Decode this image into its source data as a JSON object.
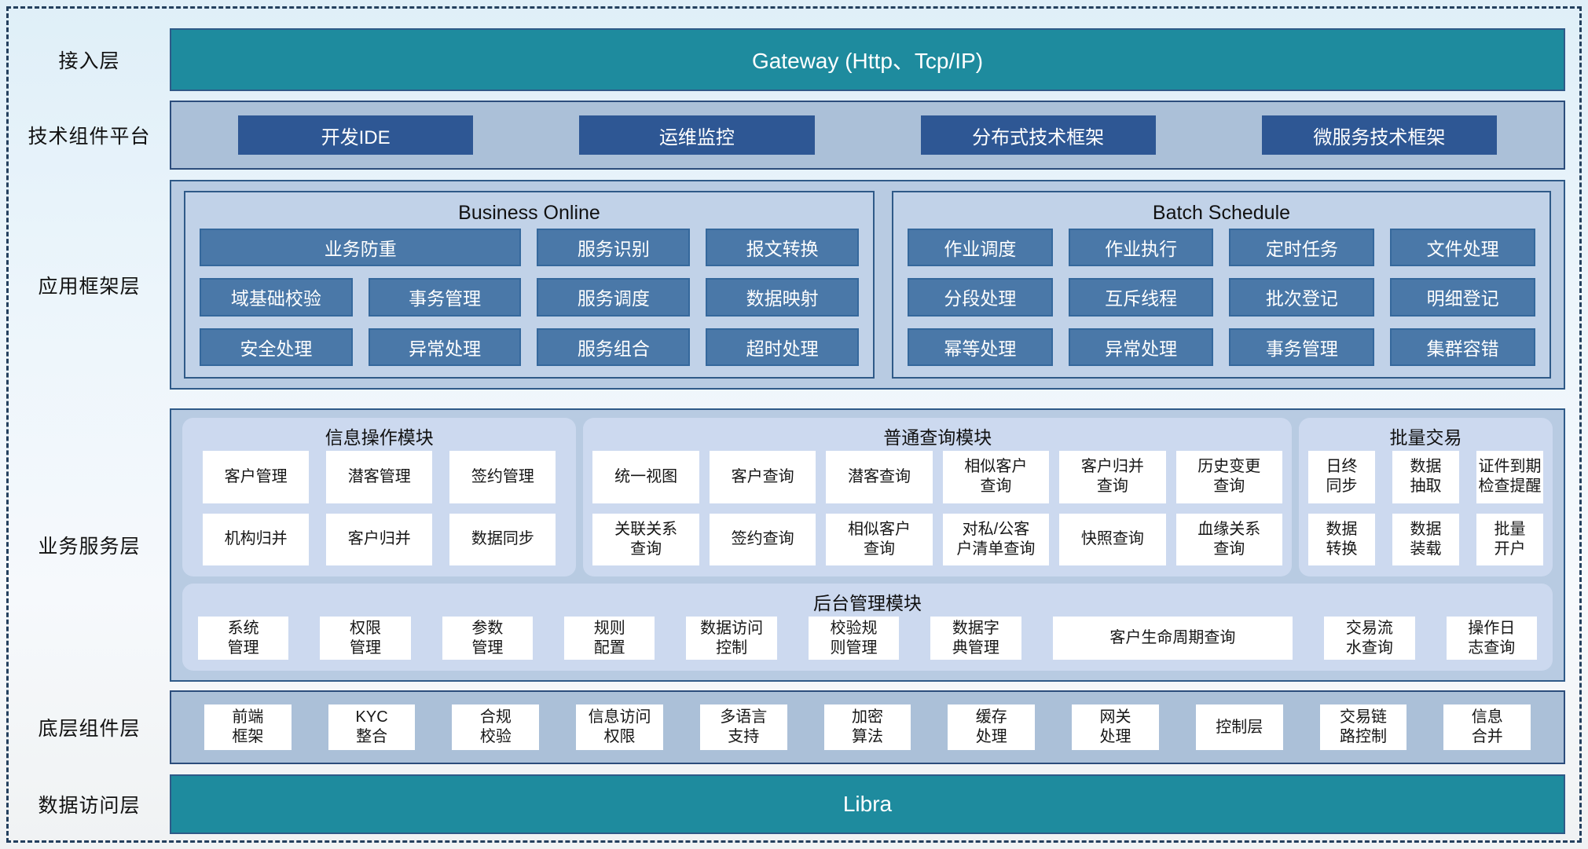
{
  "colors": {
    "teal": "#1E8B9E",
    "dark_button_blue": "#2E5794",
    "steel_button_blue": "#4A78A8",
    "container_blue": "#B8CBE2",
    "module_lavender": "#CCD9EF",
    "border_navy": "#2F5A88"
  },
  "layers": {
    "access_label": "接入层",
    "tech_label": "技术组件平台",
    "framework_label": "应用框架层",
    "service_label": "业务服务层",
    "base_label": "底层组件层",
    "data_label": "数据访问层"
  },
  "access": {
    "gateway": "Gateway (Http、Tcp/IP)"
  },
  "tech": {
    "items": [
      "开发IDE",
      "运维监控",
      "分布式技术框架",
      "微服务技术框架"
    ]
  },
  "framework": {
    "business_online": {
      "title": "Business Online",
      "row1": [
        "业务防重",
        "服务识别",
        "报文转换"
      ],
      "row2": [
        "域基础校验",
        "事务管理",
        "服务调度",
        "数据映射"
      ],
      "row3": [
        "安全处理",
        "异常处理",
        "服务组合",
        "超时处理"
      ]
    },
    "batch_schedule": {
      "title": "Batch Schedule",
      "row1": [
        "作业调度",
        "作业执行",
        "定时任务",
        "文件处理"
      ],
      "row2": [
        "分段处理",
        "互斥线程",
        "批次登记",
        "明细登记"
      ],
      "row3": [
        "幂等处理",
        "异常处理",
        "事务管理",
        "集群容错"
      ]
    }
  },
  "service": {
    "info_module": {
      "title": "信息操作模块",
      "row1": [
        "客户管理",
        "潜客管理",
        "签约管理"
      ],
      "row2": [
        "机构归并",
        "客户归并",
        "数据同步"
      ]
    },
    "query_module": {
      "title": "普通查询模块",
      "row1": [
        "统一视图",
        "客户查询",
        "潜客查询",
        "相似客户\n查询",
        "客户归并\n查询",
        "历史变更\n查询"
      ],
      "row2": [
        "关联关系\n查询",
        "签约查询",
        "相似客户\n查询",
        "对私/公客\n户清单查询",
        "快照查询",
        "血缘关系\n查询"
      ]
    },
    "batch_module": {
      "title": "批量交易",
      "row1": [
        "日终\n同步",
        "数据\n抽取",
        "证件到期\n检查提醒"
      ],
      "row2": [
        "数据\n转换",
        "数据\n装载",
        "批量\n开户"
      ]
    },
    "admin_module": {
      "title": "后台管理模块",
      "items": [
        "系统\n管理",
        "权限\n管理",
        "参数\n管理",
        "规则\n配置",
        "数据访问\n控制",
        "校验规\n则管理",
        "数据字\n典管理",
        "客户生命周期查询",
        "交易流\n水查询",
        "操作日\n志查询"
      ]
    }
  },
  "base": {
    "items": [
      "前端\n框架",
      "KYC\n整合",
      "合规\n校验",
      "信息访问\n权限",
      "多语言\n支持",
      "加密\n算法",
      "缓存\n处理",
      "网关\n处理",
      "控制层",
      "交易链\n路控制",
      "信息\n合并"
    ]
  },
  "data_access": {
    "bar": "Libra"
  }
}
